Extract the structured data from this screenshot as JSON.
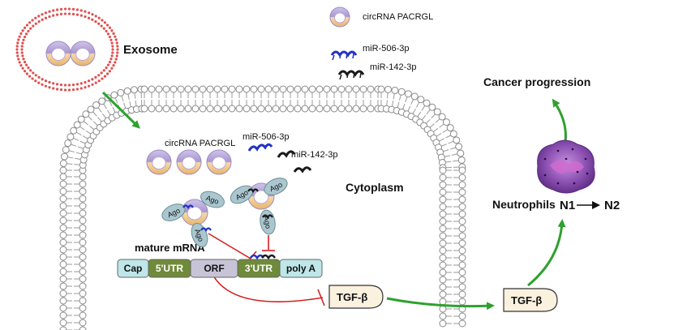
{
  "legend": {
    "circrna": "circRNA PACRGL",
    "mir506": "miR-506-3p",
    "mir142": "miR-142-3p"
  },
  "labels": {
    "exosome": "Exosome",
    "cytoplasm": "Cytoplasm",
    "mature_mrna": "mature mRNA",
    "cancer_progression": "Cancer progression",
    "neutrophils": "Neutrophils",
    "n1": "N1",
    "n2": "N2",
    "circrna_inside": "circRNA PACRGL",
    "mir506_inside": "miR-506-3p",
    "mir142_inside": "miR-142-3p",
    "tgf_inside": "TGF-β",
    "tgf_outside": "TGF-β",
    "ago": "Ago"
  },
  "mrna_segments": [
    "Cap",
    "5'UTR",
    "ORF",
    "3'UTR",
    "poly A"
  ],
  "colors": {
    "green_arrow": "#2ea12e",
    "inhibition": "#d42020",
    "membrane_head": "#ffffff",
    "membrane_stroke": "#8a8a8a",
    "mir506": "#2332c8",
    "mir142": "#1a1a1a",
    "ring_top": "#b9acd9",
    "ring_bottom": "#f0c88e",
    "exosome_dots": "#e05050",
    "cap": "#bfe6e8",
    "utr": "#6f8a3a",
    "orf": "#c8c4d8",
    "polya": "#bfe6e8",
    "neutrophil": "#8a4fb0"
  },
  "icons": [
    "circrna-ring-icon",
    "mirna-strand-icon",
    "ago-protein-icon",
    "neutrophil-icon"
  ]
}
